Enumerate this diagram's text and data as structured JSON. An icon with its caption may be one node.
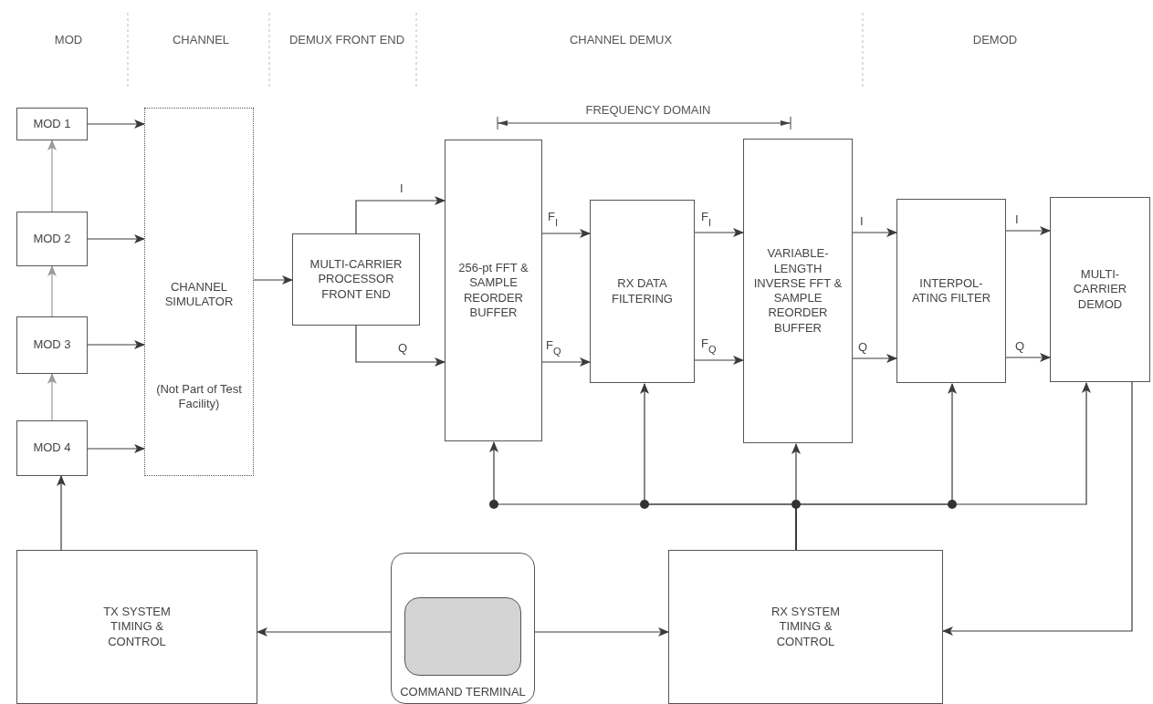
{
  "diagram": {
    "nodes": [
      {
        "text": [
          "MOD 1"
        ]
      },
      {
        "text": [
          "MOD 2"
        ]
      },
      {
        "text": [
          "MOD 3"
        ]
      },
      {
        "text": [
          "MOD 4"
        ]
      },
      {
        "text": [
          "CHANNEL SIMULATOR",
          "(Not Part of Test Facility)"
        ]
      },
      {
        "text": [
          "MULTI-CARRIER PROCESSOR FRONT END"
        ]
      },
      {
        "text": [
          "256-pt FFT & SAMPLE REORDER BUFFER"
        ]
      },
      {
        "text": [
          "RX DATA FILTERING"
        ]
      },
      {
        "text": [
          "VARIABLE-LENGTH INVERSE FFT & SAMPLE REORDER BUFFER"
        ]
      },
      {
        "text": [
          "INTERPOL-ATING FILTER"
        ]
      },
      {
        "text": [
          "MULTI-CARRIER DEMOD"
        ]
      },
      {
        "text": [
          "TX SYSTEM TIMING & CONTROL"
        ]
      },
      {
        "text": [
          "COMMAND TERMINAL"
        ]
      },
      {
        "text": [
          "RX SYSTEM TIMING & CONTROL"
        ]
      }
    ],
    "edges": [
      {
        "from": 1,
        "to": 0,
        "arrow": "to",
        "color": "#9a9a9a"
      },
      {
        "from": 2,
        "to": 1,
        "arrow": "to",
        "color": "#9a9a9a"
      },
      {
        "from": 3,
        "to": 2,
        "arrow": "to",
        "color": "#9a9a9a"
      },
      {
        "from": 0,
        "to": 4,
        "arrow": "to"
      },
      {
        "from": 1,
        "to": 4,
        "arrow": "to"
      },
      {
        "from": 2,
        "to": 4,
        "arrow": "to"
      },
      {
        "from": 3,
        "to": 4,
        "arrow": "to"
      },
      {
        "from": 4,
        "to": 5,
        "arrow": "to"
      },
      {
        "from": 5,
        "to": 6,
        "arrow": "to",
        "label": "I"
      },
      {
        "from": 5,
        "to": 6,
        "arrow": "to",
        "label": "Q"
      },
      {
        "from": 6,
        "to": 7,
        "arrow": "to",
        "label": "F$_{I}$"
      },
      {
        "from": 6,
        "to": 7,
        "arrow": "to",
        "label": "F$_{Q}$"
      },
      {
        "from": 7,
        "to": 8,
        "arrow": "to",
        "label": "F$_{I}$"
      },
      {
        "from": 7,
        "to": 8,
        "arrow": "to",
        "label": "F$_{Q}$"
      },
      {
        "from": 8,
        "to": 9,
        "arrow": "to",
        "label": "I"
      },
      {
        "from": 8,
        "to": 9,
        "arrow": "to",
        "label": "Q"
      },
      {
        "from": 9,
        "to": 10,
        "arrow": "to",
        "label": "I"
      },
      {
        "from": 9,
        "to": 10,
        "arrow": "to",
        "label": "Q"
      },
      {
        "from": 11,
        "to": 3,
        "arrow": "to"
      },
      {
        "from": 12,
        "to": 11,
        "arrow": "to"
      },
      {
        "from": 12,
        "to": 13,
        "arrow": "to"
      },
      {
        "from": 10,
        "to": 13,
        "arrow": "to"
      },
      {
        "from": 13,
        "to": 6,
        "arrow": "to"
      },
      {
        "from": 13,
        "to": 7,
        "arrow": "to"
      },
      {
        "from": 13,
        "to": 8,
        "arrow": "to"
      },
      {
        "from": 13,
        "to": 9,
        "arrow": "to"
      },
      {
        "from": 13,
        "to": 10,
        "arrow": "to"
      }
    ],
    "labels": [
      "MOD",
      "CHANNEL",
      "DEMUX FRONT END",
      "CHANNEL DEMUX",
      "DEMOD",
      "FREQUENCY DOMAIN"
    ]
  }
}
